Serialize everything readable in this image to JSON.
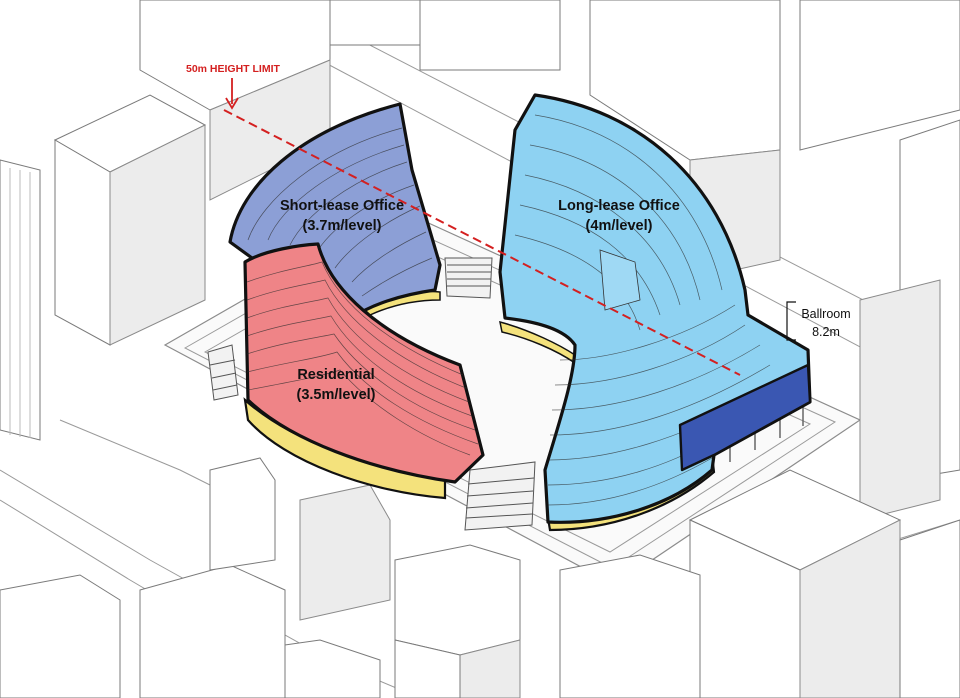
{
  "height_limit": {
    "label": "50m HEIGHT LIMIT",
    "color": "#d42020"
  },
  "zones": {
    "short_lease": {
      "title": "Short-lease Office",
      "subtitle": "(3.7m/level)",
      "color": "#8c9fd6"
    },
    "long_lease": {
      "title": "Long-lease Office",
      "subtitle": "(4m/level)",
      "color": "#8ed2f2"
    },
    "residential": {
      "title": "Residential",
      "subtitle": "(3.5m/level)",
      "color": "#ef8487"
    },
    "ballroom": {
      "title": "Ballroom",
      "subtitle": "8.2m",
      "color": "#3a57b2"
    }
  },
  "podium_color": "#f4e27c"
}
